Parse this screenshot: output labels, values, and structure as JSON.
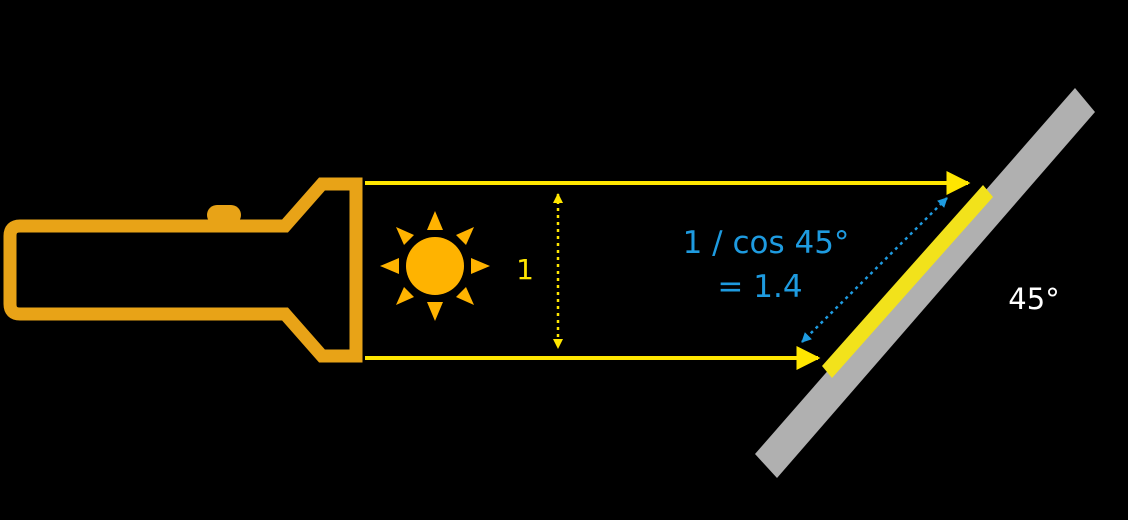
{
  "labels": {
    "beam_width": "1",
    "formula_line1": "1 / cos 45°",
    "formula_line2": "= 1.4",
    "angle": "45°"
  },
  "colors": {
    "background": "#000000",
    "flashlight": "#E8A317",
    "sun": "#FFB300",
    "beam": "#FFE600",
    "surface": "#B0B0B0",
    "lit_patch": "#F2E21B",
    "formula_text": "#1E9BE0",
    "angle_text": "#FFFFFF"
  },
  "icons": [
    "flashlight-icon",
    "sun-icon"
  ]
}
